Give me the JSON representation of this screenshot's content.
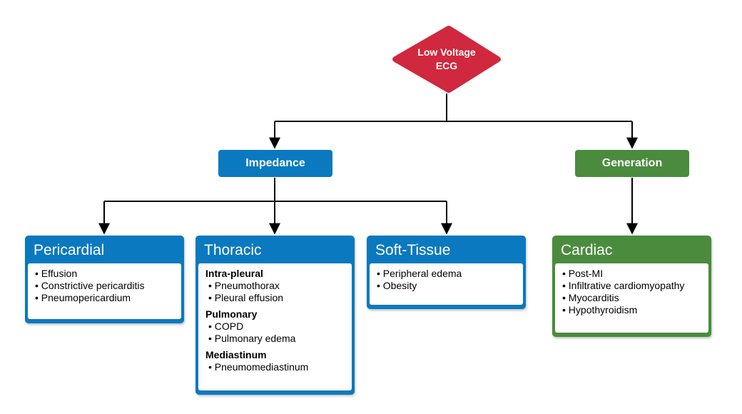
{
  "root": {
    "label": "Low Voltage\nECG",
    "color": "#d0283e"
  },
  "categories": [
    {
      "label": "Impedance",
      "color": "#0a79bf"
    },
    {
      "label": "Generation",
      "color": "#4b8b3e"
    }
  ],
  "cards": [
    {
      "title": "Pericardial",
      "color": "#0a79bf",
      "items": [
        "Effusion",
        "Constrictive pericarditis",
        "Pneumopericardium"
      ]
    },
    {
      "title": "Thoracic",
      "color": "#0a79bf",
      "groups": [
        {
          "title": "Intra-pleural",
          "items": [
            "Pneumothorax",
            "Pleural effusion"
          ]
        },
        {
          "title": "Pulmonary",
          "items": [
            "COPD",
            "Pulmonary edema"
          ]
        },
        {
          "title": "Mediastinum",
          "items": [
            "Pneumomediastinum"
          ]
        }
      ]
    },
    {
      "title": "Soft-Tissue",
      "color": "#0a79bf",
      "items": [
        "Peripheral edema",
        "Obesity"
      ]
    },
    {
      "title": "Cardiac",
      "color": "#4b8b3e",
      "items": [
        "Post-MI",
        "Infiltrative cardiomyopathy",
        "Myocarditis",
        "Hypothyroidism"
      ]
    }
  ]
}
